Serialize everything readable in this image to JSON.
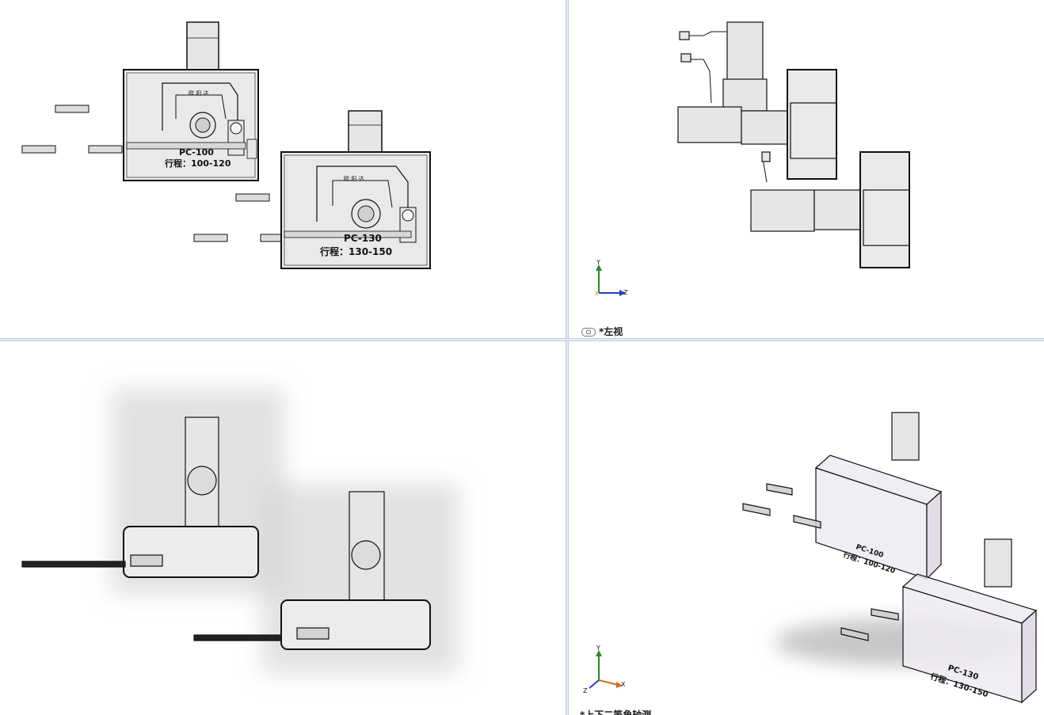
{
  "viewports": {
    "front": {
      "model_a": {
        "name": "PC-100",
        "stroke": "行程：100-120"
      },
      "model_b": {
        "name": "PC-130",
        "stroke": "行程：130-150"
      },
      "logo_text": "欧 阳 达"
    },
    "left": {
      "label": "*左视",
      "axis": {
        "y": "Y",
        "z": "Z",
        "x": "X"
      }
    },
    "top": {},
    "iso": {
      "label": "*上下二等角轴测",
      "model_a": {
        "name": "PC-100",
        "stroke": "行程：100-120"
      },
      "model_b": {
        "name": "PC-130",
        "stroke": "行程：130-150"
      },
      "axis": {
        "y": "Y",
        "x": "X",
        "z": "Z"
      }
    }
  },
  "colors": {
    "background": "#ffffff",
    "splitter": "#c9d0de",
    "part_fill": "#e3e3e3",
    "line": "#111111",
    "axis_y": "#2a8a2a",
    "axis_z": "#2a3fbf",
    "axis_x": "#d06a1a"
  }
}
